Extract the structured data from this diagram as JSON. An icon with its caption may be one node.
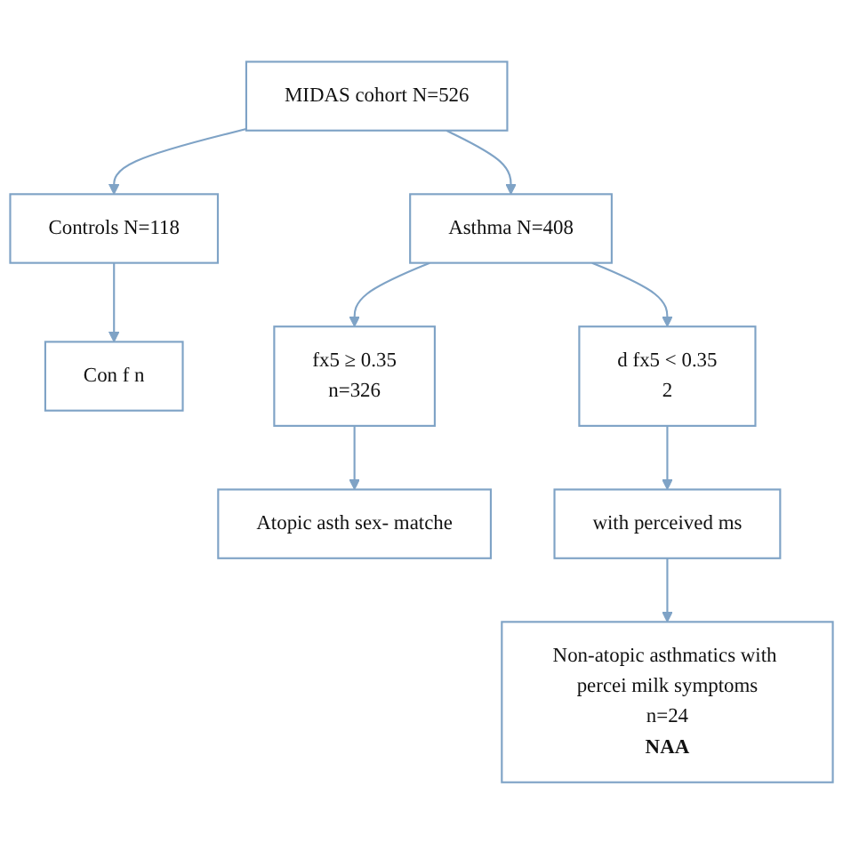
{
  "diagram": {
    "nodes": [
      {
        "text": [
          "MIDAS cohort N=526"
        ]
      },
      {
        "text": [
          "Asthma N=408"
        ]
      },
      {
        "text": [
          "Controls N=118"
        ]
      },
      {
        "text": [
          "Con f n"
        ]
      },
      {
        "text": [
          "d fx5 < 0.35",
          "2"
        ]
      },
      {
        "text": [
          "fx5 ≥ 0.35",
          "n=326"
        ]
      },
      {
        "text": [
          "Atopic asth sex- matche"
        ]
      },
      {
        "text": [
          "with perceived ms"
        ]
      },
      {
        "text": [
          "Non-atopic asthmatics with percei milk symptoms",
          "n=24",
          "NAA"
        ]
      }
    ],
    "edges": [
      {
        "from": 0,
        "to": 1,
        "arrow": "to"
      },
      {
        "from": 0,
        "to": 2,
        "arrow": "to"
      },
      {
        "from": 2,
        "to": 3,
        "arrow": "to"
      },
      {
        "from": 1,
        "to": 4,
        "arrow": "to"
      },
      {
        "from": 1,
        "to": 5,
        "arrow": "to"
      },
      {
        "from": 5,
        "to": 6,
        "arrow": "to"
      },
      {
        "from": 4,
        "to": 7,
        "arrow": "to"
      },
      {
        "from": 7,
        "to": 8,
        "arrow": "to"
      }
    ]
  }
}
